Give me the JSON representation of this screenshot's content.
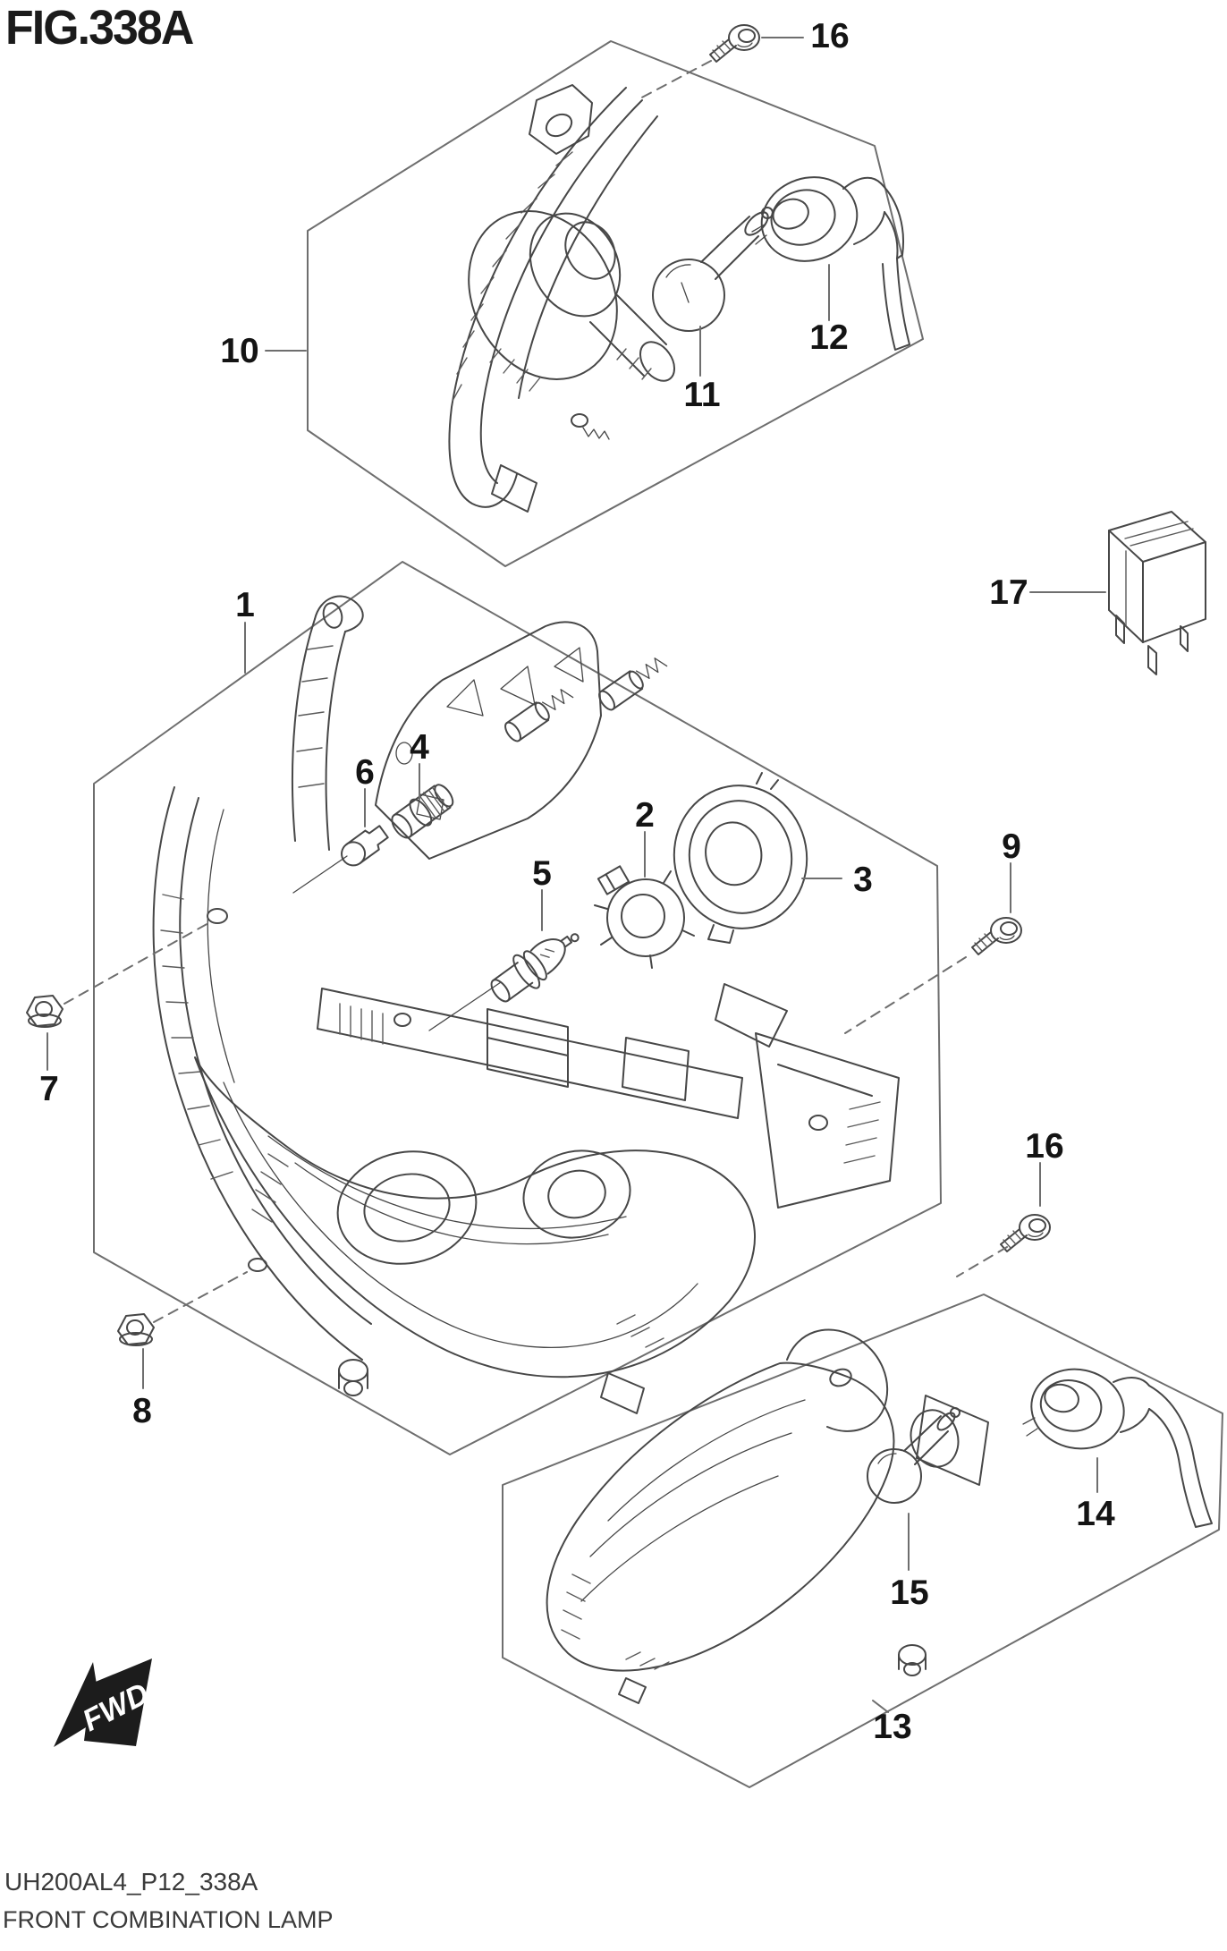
{
  "figure": {
    "title": "FIG.338A",
    "code": "UH200AL4_P12_338A",
    "caption": "FRONT COMBINATION LAMP",
    "fwd_label": "FWD"
  },
  "parts": [
    {
      "num": "1"
    },
    {
      "num": "2"
    },
    {
      "num": "3"
    },
    {
      "num": "4"
    },
    {
      "num": "5"
    },
    {
      "num": "6"
    },
    {
      "num": "7"
    },
    {
      "num": "8"
    },
    {
      "num": "9"
    },
    {
      "num": "10"
    },
    {
      "num": "11"
    },
    {
      "num": "12"
    },
    {
      "num": "13"
    },
    {
      "num": "14"
    },
    {
      "num": "15"
    },
    {
      "num": "16"
    },
    {
      "num": "17"
    }
  ],
  "colors": {
    "ink": "#474747",
    "frame_line": "#6e6e6e",
    "label": "#141414",
    "background": "#ffffff"
  }
}
